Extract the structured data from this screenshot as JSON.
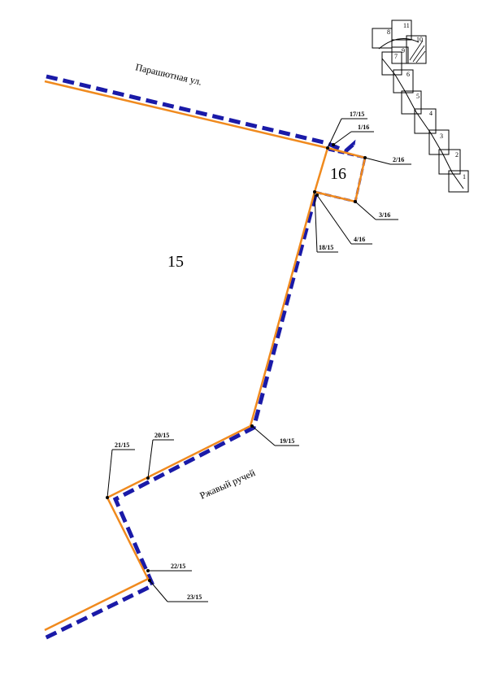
{
  "street_labels": {
    "parashyutnaya": "Парашютная ул.",
    "rzhavy": "Ржавый ручей"
  },
  "area_labels": {
    "area_15": "15",
    "area_16": "16"
  },
  "point_labels": {
    "p17_15": "17/15",
    "p1_16": "1/16",
    "p2_16": "2/16",
    "p3_16": "3/16",
    "p4_16": "4/16",
    "p18_15": "18/15",
    "p19_15": "19/15",
    "p20_15": "20/15",
    "p21_15": "21/15",
    "p22_15": "22/15",
    "p23_15": "23/15"
  },
  "index_map_labels": [
    "11",
    "8",
    "10",
    "9",
    "7",
    "6",
    "5",
    "4",
    "3",
    "2",
    "1"
  ],
  "colors": {
    "boundary_line": "#f08a1e",
    "dashed_line": "#1a1aa8",
    "ink": "#000000"
  }
}
